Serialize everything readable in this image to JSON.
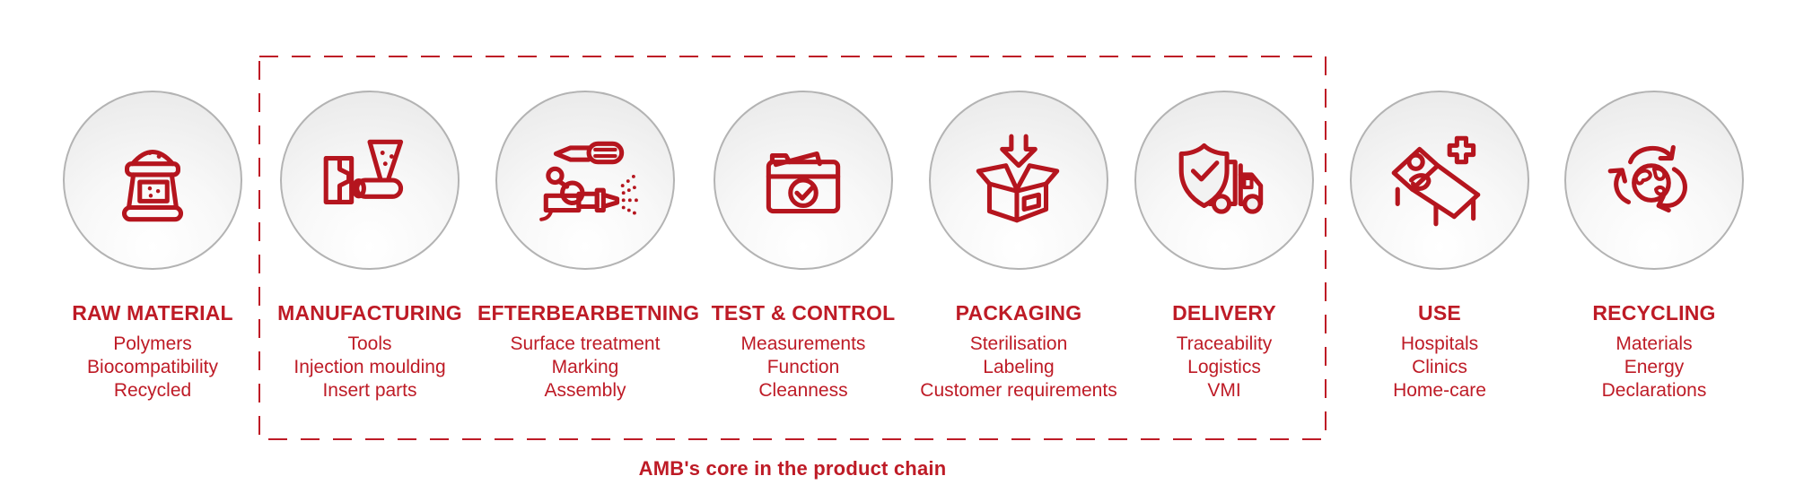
{
  "colors": {
    "brand_red": "#BE1B26",
    "icon_red": "#B5151E",
    "circle_border": "#B3B3B3",
    "circle_fill_dark": "#E7E7E7"
  },
  "core_box": {
    "caption": "AMB's core in the product chain",
    "contains_stages": [
      "MANUFACTURING",
      "EFTERBEARBETNING",
      "TEST & CONTROL",
      "PACKAGING",
      "DELIVERY"
    ]
  },
  "stages": [
    {
      "title": "RAW MATERIAL",
      "icon": "material-sack-icon",
      "in_core": false,
      "items": [
        "Polymers",
        "Biocompatibility",
        "Recycled"
      ]
    },
    {
      "title": "MANUFACTURING",
      "icon": "injection-moulding-icon",
      "in_core": true,
      "items": [
        "Tools",
        "Injection moulding",
        "Insert parts"
      ]
    },
    {
      "title": "EFTERBEARBETNING",
      "icon": "surface-treatment-icon",
      "in_core": true,
      "items": [
        "Surface treatment",
        "Marking",
        "Assembly"
      ]
    },
    {
      "title": "TEST & CONTROL",
      "icon": "folder-check-icon",
      "in_core": true,
      "items": [
        "Measurements",
        "Function",
        "Cleanness"
      ]
    },
    {
      "title": "PACKAGING",
      "icon": "open-box-icon",
      "in_core": true,
      "items": [
        "Sterilisation",
        "Labeling",
        "Customer requirements"
      ]
    },
    {
      "title": "DELIVERY",
      "icon": "shield-truck-icon",
      "in_core": true,
      "items": [
        "Traceability",
        "Logistics",
        "VMI"
      ]
    },
    {
      "title": "USE",
      "icon": "hospital-bed-icon",
      "in_core": false,
      "items": [
        "Hospitals",
        "Clinics",
        "Home-care"
      ]
    },
    {
      "title": "RECYCLING",
      "icon": "recycle-globe-icon",
      "in_core": false,
      "items": [
        "Materials",
        "Energy",
        "Declarations"
      ]
    }
  ]
}
